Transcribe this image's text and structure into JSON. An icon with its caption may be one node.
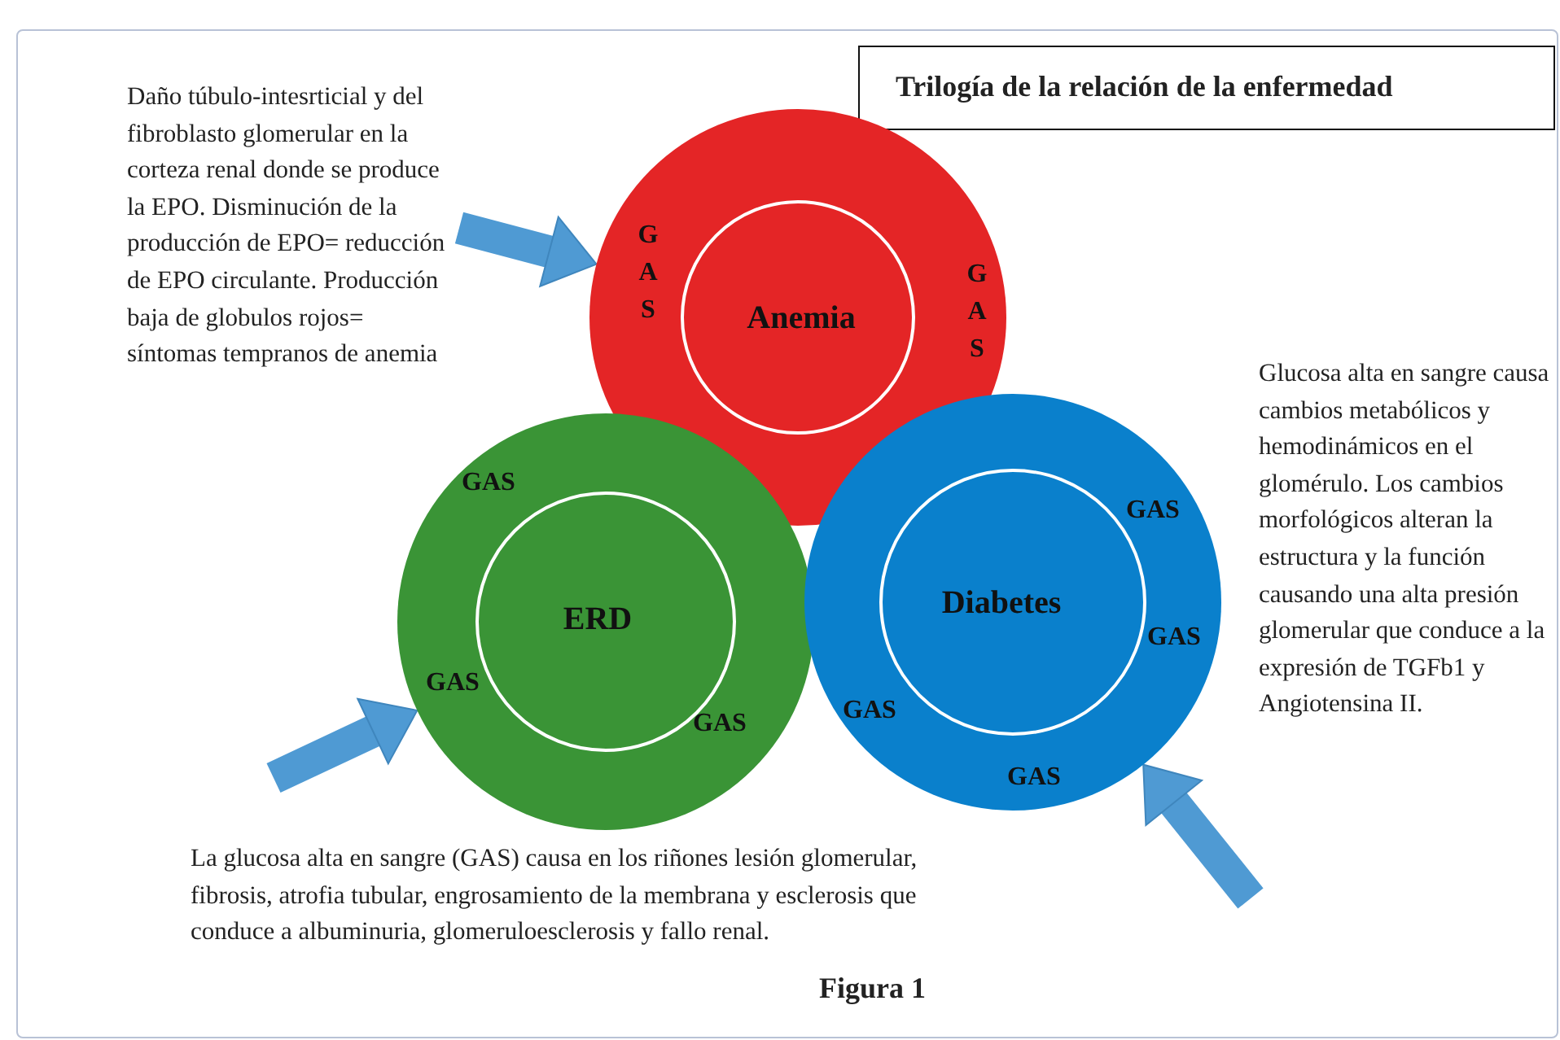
{
  "diagram": {
    "title": "Trilogía de la relación de la enfermedad",
    "caption": "Figura 1",
    "nodes": [
      {
        "text": [
          "Anemia",
          "GAS",
          "GAS"
        ]
      },
      {
        "text": [
          "ERD",
          "GAS",
          "GAS",
          "GAS"
        ]
      },
      {
        "text": [
          "Diabetes",
          "GAS",
          "GAS",
          "GAS",
          "GAS"
        ]
      }
    ],
    "edges": [
      {
        "from": null,
        "to": 0,
        "arrow": "to"
      },
      {
        "from": null,
        "to": 1,
        "arrow": "to"
      },
      {
        "from": null,
        "to": 2,
        "arrow": "to"
      }
    ],
    "labels": [
      "Daño túbulo-intesrticial y del fibroblasto glomerular en la corteza renal donde se produce la EPO. Disminución de la producción de EPO= reducción de EPO circulante. Producción baja de globulos rojos= síntomas tempranos de anemia",
      "Glucosa alta en sangre causa cambios metabólicos y hemodinámicos en el glomérulo. Los cambios morfológicos alteran la estructura y la función causando una alta presión glomerular que conduce a la expresión de TGFb1 y Angiotensina II.",
      "La glucosa alta en sangre (GAS) causa en los riñones lesión glomerular, fibrosis, atrofia tubular, engrosamiento de la membrana y esclerosis que conduce a albuminuria, glomeruloesclerosis y fallo renal."
    ]
  }
}
